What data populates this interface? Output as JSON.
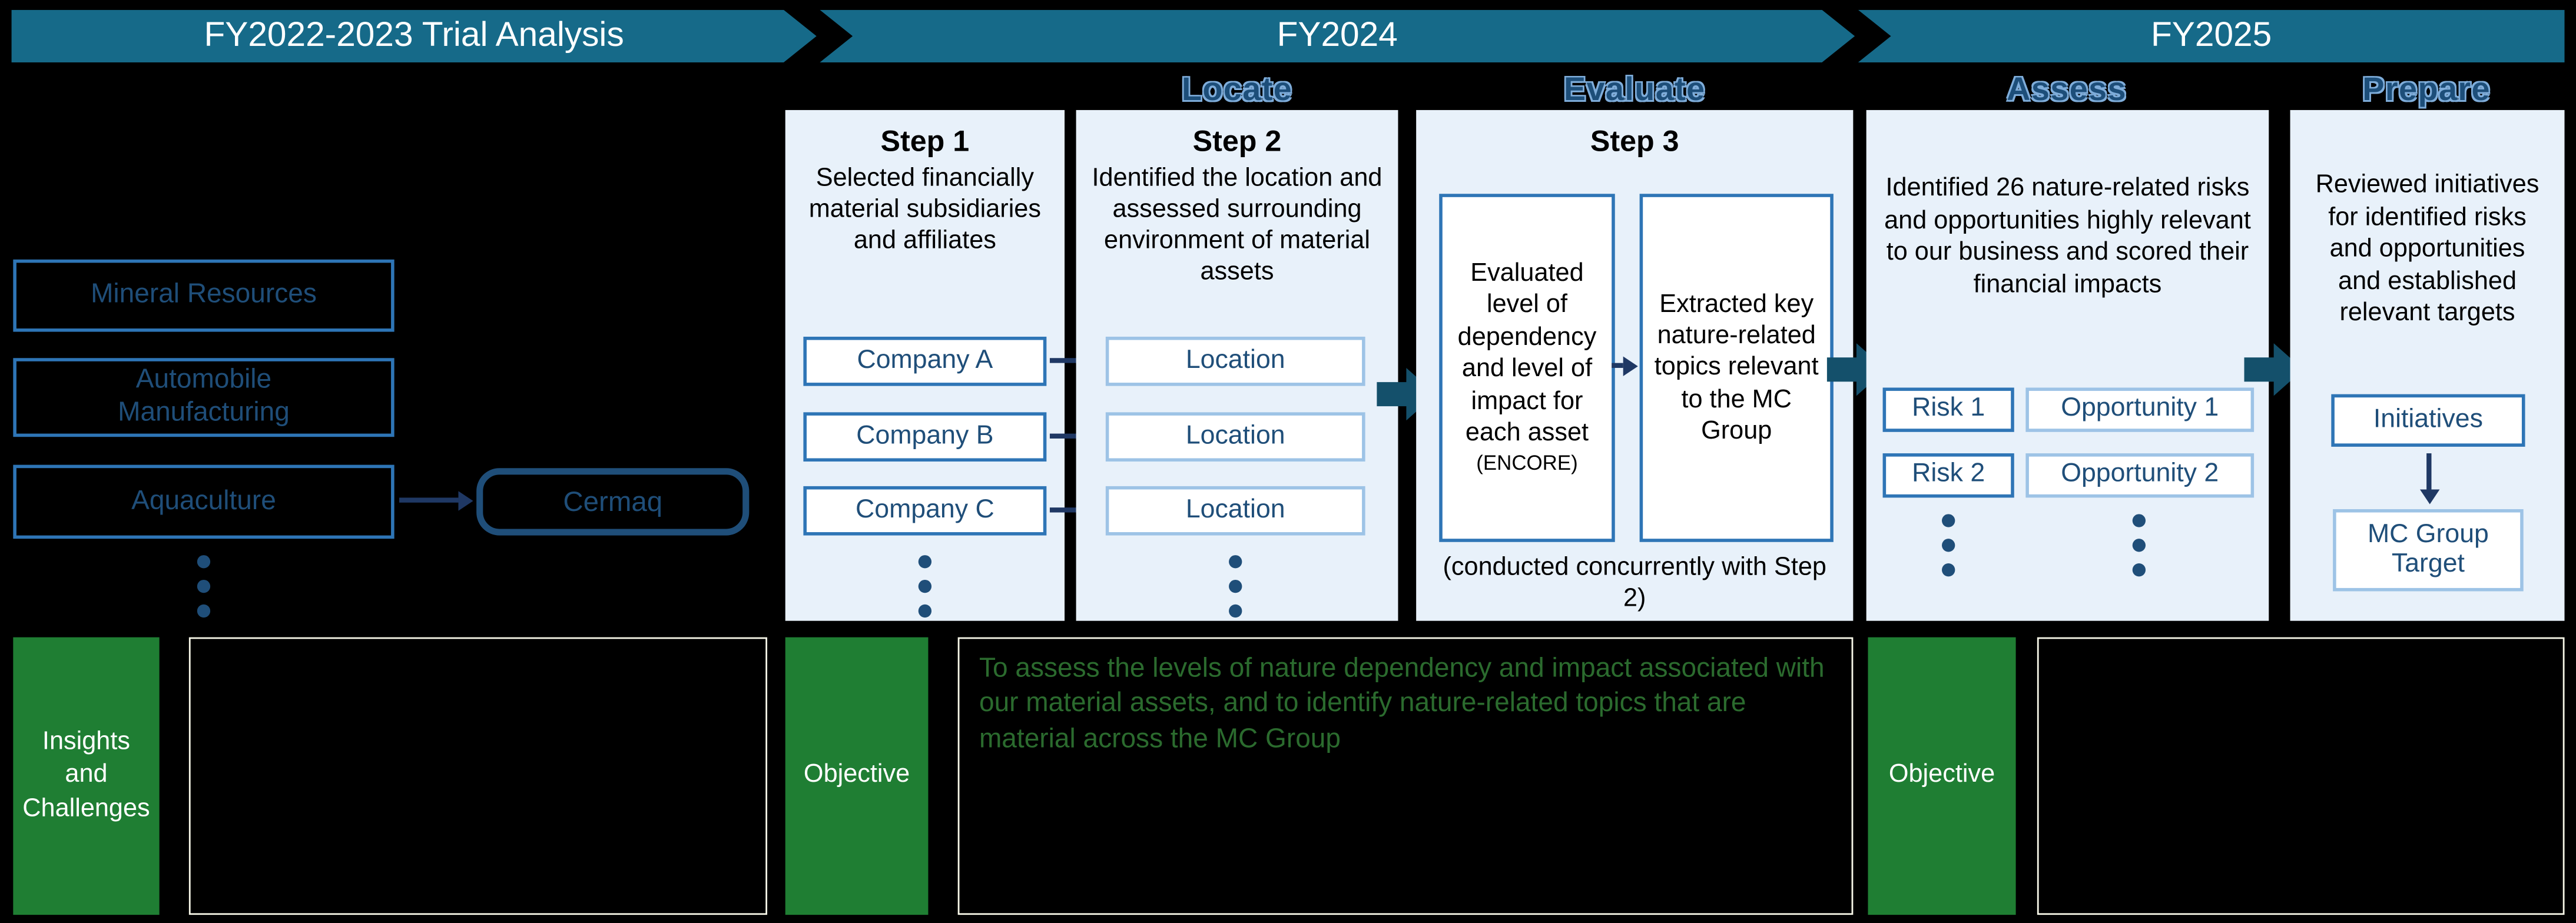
{
  "banners": {
    "trial": "FY2022-2023 Trial Analysis",
    "fy2024": "FY2024",
    "fy2025": "FY2025"
  },
  "leap": {
    "locate": "Locate",
    "evaluate": "Evaluate",
    "assess": "Assess",
    "prepare": "Prepare"
  },
  "trial_section": {
    "sectors": [
      "Mineral Resources",
      "Automobile Manufacturing",
      "Aquaculture"
    ],
    "highlight_company": "Cermaq"
  },
  "step1": {
    "title": "Step 1",
    "description": "Selected financially material subsidiaries and affiliates",
    "companies": [
      "Company A",
      "Company B",
      "Company C"
    ]
  },
  "step2": {
    "title": "Step 2",
    "description": "Identified the location and assessed surrounding environment of material assets",
    "locations": [
      "Location",
      "Location",
      "Location"
    ]
  },
  "step3": {
    "title": "Step 3",
    "left_box": "Evaluated level of dependency and level of impact for each asset",
    "left_box_note": "(ENCORE)",
    "right_box": "Extracted key nature-related topics relevant to the MC Group",
    "footnote": "(conducted concurrently with Step 2)"
  },
  "assess_section": {
    "description": "Identified 26 nature-related risks and opportunities highly relevant to our business and scored their financial impacts",
    "risks": [
      "Risk 1",
      "Risk 2"
    ],
    "opportunities": [
      "Opportunity 1",
      "Opportunity 2"
    ]
  },
  "prepare_section": {
    "description": "Reviewed initiatives for identified risks and opportunities and established relevant targets",
    "initiatives": "Initiatives",
    "target": "MC Group Target"
  },
  "bottom": {
    "insights_label": "Insights and Challenges",
    "objective_label": "Objective",
    "fy2024_objective": "To assess the levels of nature dependency and impact associated with our material assets, and to identify nature-related topics that are material across the MC Group"
  },
  "colors": {
    "banner_teal": "#166a89",
    "panel_light_blue": "#e8f1fa",
    "border_blue": "#2e75b6",
    "border_light_blue": "#9dc3e6",
    "navy_text": "#1f4e79",
    "arrow_navy": "#1f3864",
    "big_arrow_teal": "#14506b",
    "green": "#1f7e33",
    "objective_text_green": "#2b6b2e",
    "note_border_ivory": "#f7f7e8"
  }
}
